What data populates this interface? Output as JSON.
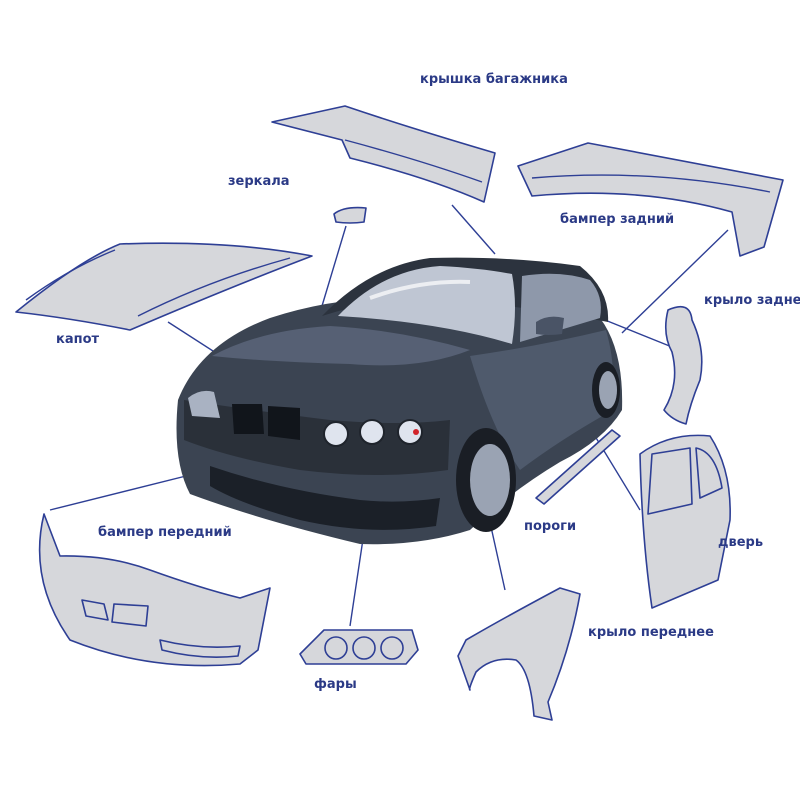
{
  "labels": {
    "trunk_lid": "крышка багажника",
    "mirrors": "зеркала",
    "rear_bumper": "бампер задний",
    "hood": "капот",
    "rear_fender": "крыло заднее",
    "front_bumper": "бампер передний",
    "sills": "пороги",
    "door": "дверь",
    "front_fender": "крыло переднее",
    "headlights": "фары"
  },
  "colors": {
    "part_fill": "#d6d7db",
    "outline": "#2e3f95",
    "label_text": "#2b3a86",
    "car_body": "#3b4452"
  }
}
